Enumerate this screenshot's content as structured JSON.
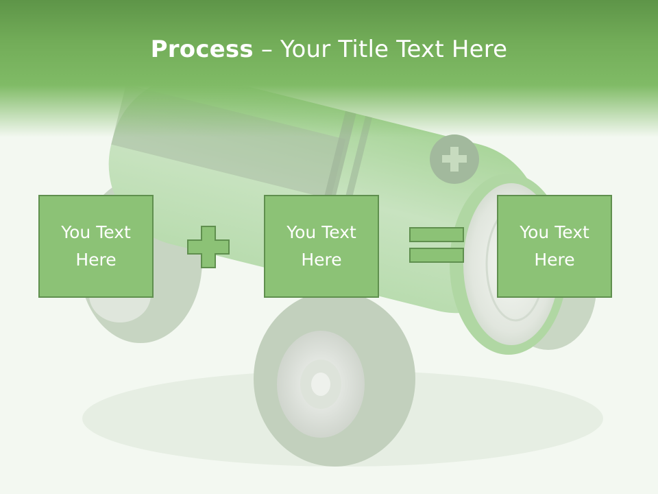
{
  "slide": {
    "title_bold": "Process",
    "title_separator": " – ",
    "title_rest": "Your Title Text Here"
  },
  "boxes": [
    {
      "line1": "You Text",
      "line2": "Here"
    },
    {
      "line1": "You Text",
      "line2": "Here"
    },
    {
      "line1": "You Text",
      "line2": "Here"
    }
  ],
  "colors": {
    "header_green": "#72ac58",
    "box_fill": "#8cc276",
    "box_border": "#5f8f4e",
    "text": "#ffffff",
    "background": "#f3f8f1"
  },
  "icons": {
    "operator_1": "plus-icon",
    "operator_2": "equals-icon",
    "background": "battery-car-illustration"
  }
}
